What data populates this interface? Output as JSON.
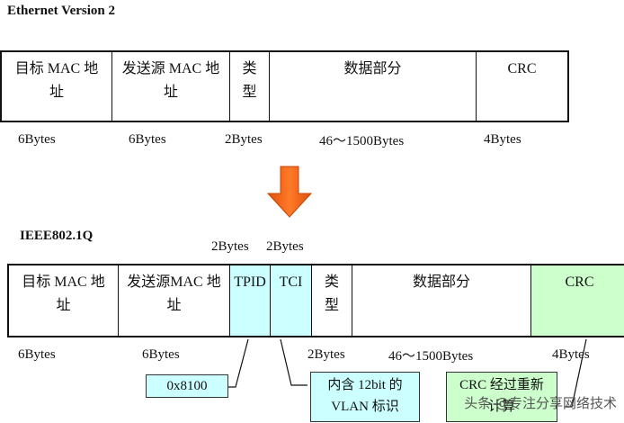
{
  "eth2": {
    "title": "Ethernet Version 2",
    "fields": [
      "目标 MAC 地址",
      "发送源 MAC 地址",
      "类型",
      "数据部分",
      "CRC"
    ],
    "bytes": [
      "6Bytes",
      "6Bytes",
      "2Bytes",
      "46～1500Bytes",
      "4Bytes"
    ]
  },
  "dot1q": {
    "title": "IEEE802.1Q",
    "top_bytes": [
      "2Bytes",
      "2Bytes"
    ],
    "fields": [
      "目标 MAC 地址",
      "发送源MAC 地址",
      "TPID",
      "TCI",
      "类型",
      "数据部分",
      "CRC"
    ],
    "bytes": [
      "6Bytes",
      "6Bytes",
      "2Bytes",
      "46～1500Bytes",
      "4Bytes"
    ],
    "callouts": {
      "tpid": "0x8100",
      "tci": "内含 12bit 的 VLAN 标识",
      "crc": "CRC 经过重新计算"
    }
  },
  "colors": {
    "arrow": "#ff6a1a",
    "cyan": "#ccffff",
    "green": "#ccffcc"
  },
  "icons": {
    "transition": "down-arrow-icon"
  },
  "watermark": "头条 @专注分享网络技术"
}
